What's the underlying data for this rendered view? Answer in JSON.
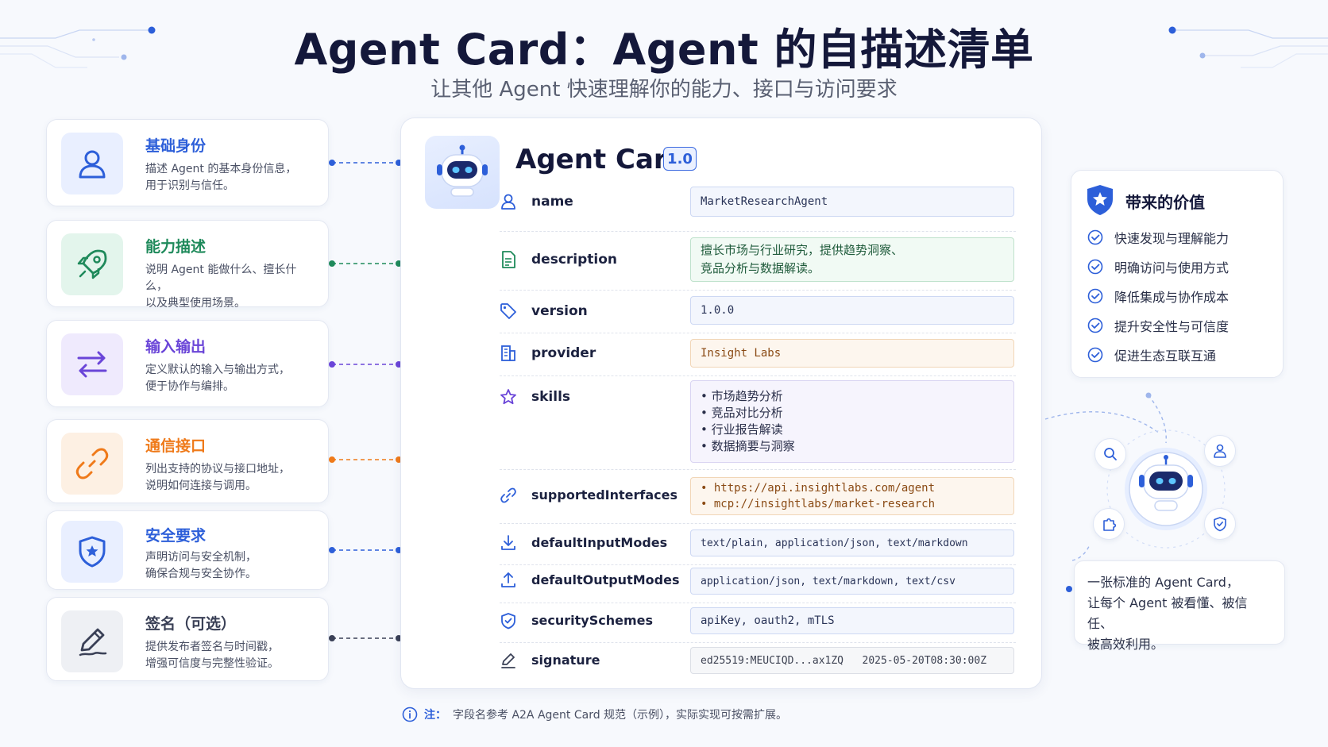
{
  "header": {
    "title": "Agent Card：Agent 的自描述清单",
    "subtitle": "让其他 Agent 快速理解你的能力、接口与访问要求"
  },
  "left_cards": [
    {
      "title": "基础身份",
      "desc1": "描述 Agent 的基本身份信息，",
      "desc2": "用于识别与信任。",
      "color": "#2d5fd9",
      "tile": "#e9efff",
      "icon": "user-icon"
    },
    {
      "title": "能力描述",
      "desc1": "说明 Agent 能做什么、擅长什么，",
      "desc2": "以及典型使用场景。",
      "color": "#1f8a5b",
      "tile": "#e3f5ec",
      "icon": "rocket-icon"
    },
    {
      "title": "输入输出",
      "desc1": "定义默认的输入与输出方式，",
      "desc2": "便于协作与编排。",
      "color": "#6a45d8",
      "tile": "#efeafd",
      "icon": "swap-arrows-icon"
    },
    {
      "title": "通信接口",
      "desc1": "列出支持的协议与接口地址，",
      "desc2": "说明如何连接与调用。",
      "color": "#ef7a1a",
      "tile": "#fdf0e3",
      "icon": "link-icon"
    },
    {
      "title": "安全要求",
      "desc1": "声明访问与安全机制，",
      "desc2": "确保合规与安全协作。",
      "color": "#2d5fd9",
      "tile": "#e9efff",
      "icon": "shield-icon"
    },
    {
      "title": "签名（可选）",
      "desc1": "提供发布者签名与时间戳，",
      "desc2": "增强可信度与完整性验证。",
      "color": "#3a4056",
      "tile": "#eef0f4",
      "icon": "pen-icon"
    }
  ],
  "agent_card": {
    "title": "Agent Card",
    "version_badge": "1.0",
    "fields": {
      "name": {
        "label": "name",
        "value": "MarketResearchAgent"
      },
      "description": {
        "label": "description",
        "line1": "擅长市场与行业研究，提供趋势洞察、",
        "line2": "竞品分析与数据解读。"
      },
      "version": {
        "label": "version",
        "value": "1.0.0"
      },
      "provider": {
        "label": "provider",
        "value": "Insight Labs"
      },
      "skills": {
        "label": "skills",
        "items": [
          "• 市场趋势分析",
          "• 竞品对比分析",
          "• 行业报告解读",
          "• 数据摘要与洞察"
        ]
      },
      "interfaces": {
        "label": "supportedInterfaces",
        "items": [
          "• https://api.insightlabs.com/agent",
          "• mcp://insightlabs/market-research"
        ]
      },
      "input_modes": {
        "label": "defaultInputModes",
        "value": "text/plain, application/json, text/markdown"
      },
      "output_modes": {
        "label": "defaultOutputModes",
        "value": "application/json, text/markdown, text/csv"
      },
      "security": {
        "label": "securitySchemes",
        "value": "apiKey, oauth2, mTLS"
      },
      "signature": {
        "label": "signature",
        "value": "ed25519:MEUCIQD...ax1ZQ   2025-05-20T08:30:00Z"
      }
    }
  },
  "footnote": {
    "prefix": "注：",
    "text": "字段名参考 A2A Agent Card 规范（示例），实际实现可按需扩展。"
  },
  "value_panel": {
    "title": "带来的价值",
    "items": [
      "快速发现与理解能力",
      "明确访问与使用方式",
      "降低集成与协作成本",
      "提升安全性与可信度",
      "促进生态互联互通"
    ]
  },
  "quote": {
    "line1": "一张标准的 Agent Card，",
    "line2": "让每个 Agent 被看懂、被信任、",
    "line3": "被高效利用。"
  },
  "colors": {
    "accent_blue": "#2d5fd9",
    "green": "#1f8a5b",
    "purple": "#6a45d8",
    "orange": "#ef7a1a",
    "dark": "#14183a"
  }
}
